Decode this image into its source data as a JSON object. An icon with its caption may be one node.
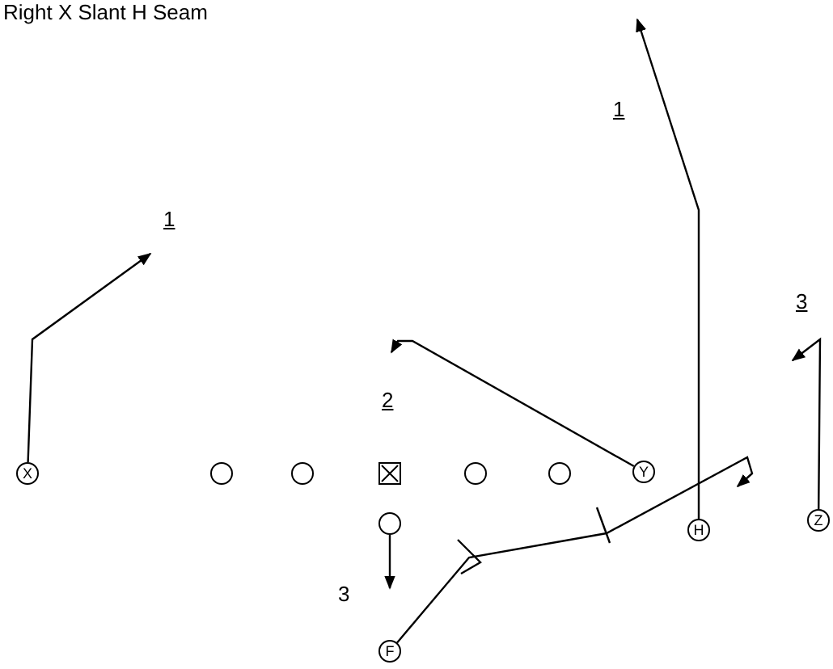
{
  "diagram": {
    "title": "Right X Slant H Seam",
    "nodes": [
      {
        "text": [
          "X"
        ]
      },
      {
        "text": [],
        "shape": "circle"
      },
      {
        "text": [],
        "shape": "circle"
      },
      {
        "text": [],
        "shape": "box"
      },
      {
        "text": [],
        "shape": "circle"
      },
      {
        "text": [],
        "shape": "circle"
      },
      {
        "text": [
          "Y"
        ]
      },
      {
        "text": [],
        "shape": "circle"
      },
      {
        "text": [
          "H"
        ]
      },
      {
        "text": [
          "Z"
        ]
      },
      {
        "text": [
          "F"
        ]
      }
    ],
    "edges": [
      {
        "from": 0,
        "to": null,
        "arrow": "to"
      },
      {
        "from": 6,
        "to": null,
        "arrow": "to"
      },
      {
        "from": 8,
        "to": null,
        "arrow": "to"
      },
      {
        "from": 9,
        "to": null,
        "arrow": "to"
      },
      {
        "from": 7,
        "to": null,
        "arrow": "to"
      },
      {
        "from": 10,
        "to": null,
        "arrow": "to"
      }
    ],
    "labels": [
      "1",
      "1",
      "2",
      "3",
      "3"
    ]
  }
}
